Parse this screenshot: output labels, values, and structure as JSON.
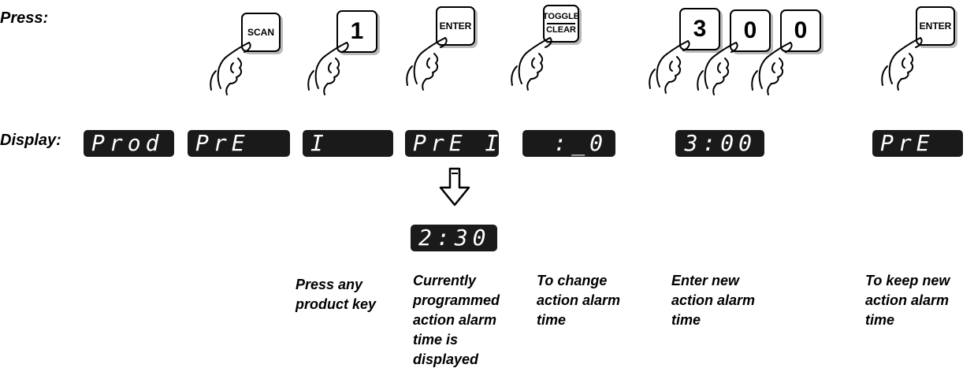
{
  "labels": {
    "press": "Press:",
    "display": "Display:"
  },
  "keys": {
    "scan": "SCAN",
    "one": "1",
    "enter1": "ENTER",
    "toggle_top": "TOGGLE",
    "toggle_bottom": "CLEAR",
    "three": "3",
    "zero1": "0",
    "zero2": "0",
    "enter2": "ENTER"
  },
  "displays": {
    "d1": "Prod",
    "d2": "PrE",
    "d3": "I",
    "d4": "PrE I",
    "d5": ":_0",
    "d6": "3:00",
    "d7": "PrE",
    "d8": "2:30"
  },
  "captions": {
    "c1": "Press any\nproduct key",
    "c2": "Currently\nprogrammed\naction alarm\ntime is\ndisplayed",
    "c3": "To change\naction alarm\ntime",
    "c4": "Enter new\naction alarm\ntime",
    "c5": "To keep new\naction alarm\ntime"
  },
  "icons": {
    "hand": "pointing-hand-icon",
    "arrow": "down-arrow-icon"
  }
}
